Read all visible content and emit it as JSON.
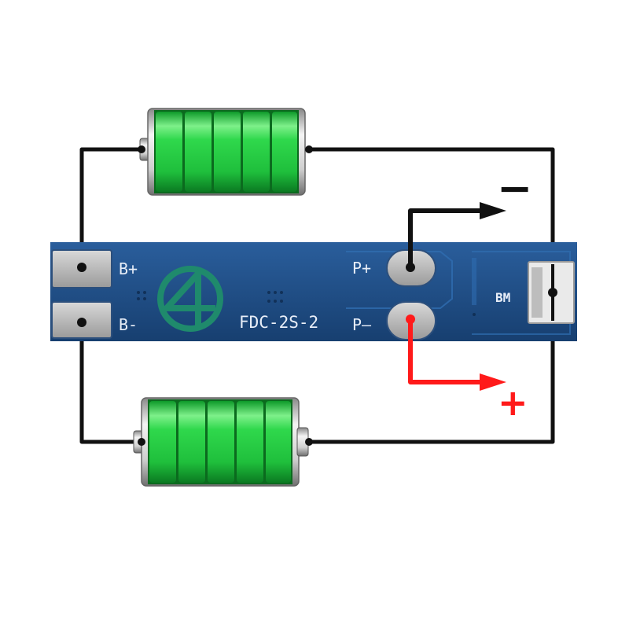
{
  "board": {
    "model": "FDC-2S-2",
    "pads": {
      "b_plus": "B+",
      "b_minus": "B-",
      "p_plus": "P+",
      "p_minus": "P–",
      "bm": "BM"
    }
  },
  "outputs": {
    "negative_sign": "−",
    "positive_sign": "+"
  },
  "colors": {
    "pcb": "#1f4f8a",
    "battery": "#2fd84c",
    "wire": "#111111",
    "positive": "#ff1a1a",
    "negative": "#111111"
  }
}
